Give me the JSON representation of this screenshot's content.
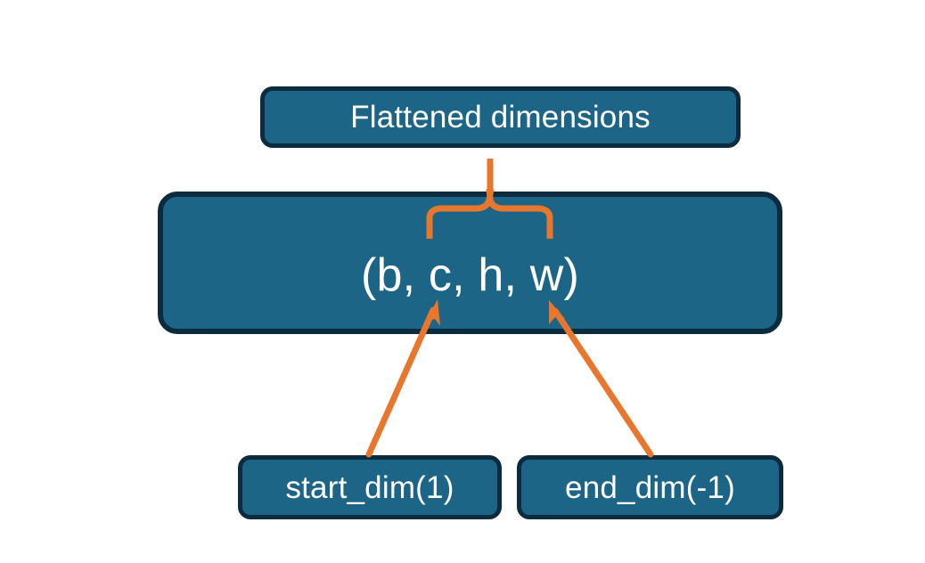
{
  "diagram": {
    "title": "PyTorch flatten start_dim / end_dim illustration",
    "background_color": "#ffffff",
    "node_fill_color": "#1d6586",
    "node_border_color": "#0d2b3e",
    "node_text_color": "#ffffff",
    "connector_color": "#e8772e",
    "nodes": [
      {
        "id": "flattened",
        "label": "Flattened dimensions",
        "role": "annotation-label"
      },
      {
        "id": "shape",
        "label": "(b, c, h, w)",
        "role": "tensor-shape"
      },
      {
        "id": "start_dim",
        "label": "start_dim(1)",
        "role": "argument"
      },
      {
        "id": "end_dim",
        "label": "end_dim(-1)",
        "role": "argument"
      }
    ],
    "connectors": [
      {
        "id": "brace",
        "type": "curly-brace",
        "from": "shape",
        "to": "flattened",
        "spans": "c, h, w"
      },
      {
        "id": "start-dim-arrow",
        "type": "arrow",
        "from": "start_dim",
        "to": "shape",
        "points_at": "c"
      },
      {
        "id": "end-dim-arrow",
        "type": "arrow",
        "from": "end_dim",
        "to": "shape",
        "points_at": "w"
      }
    ]
  }
}
